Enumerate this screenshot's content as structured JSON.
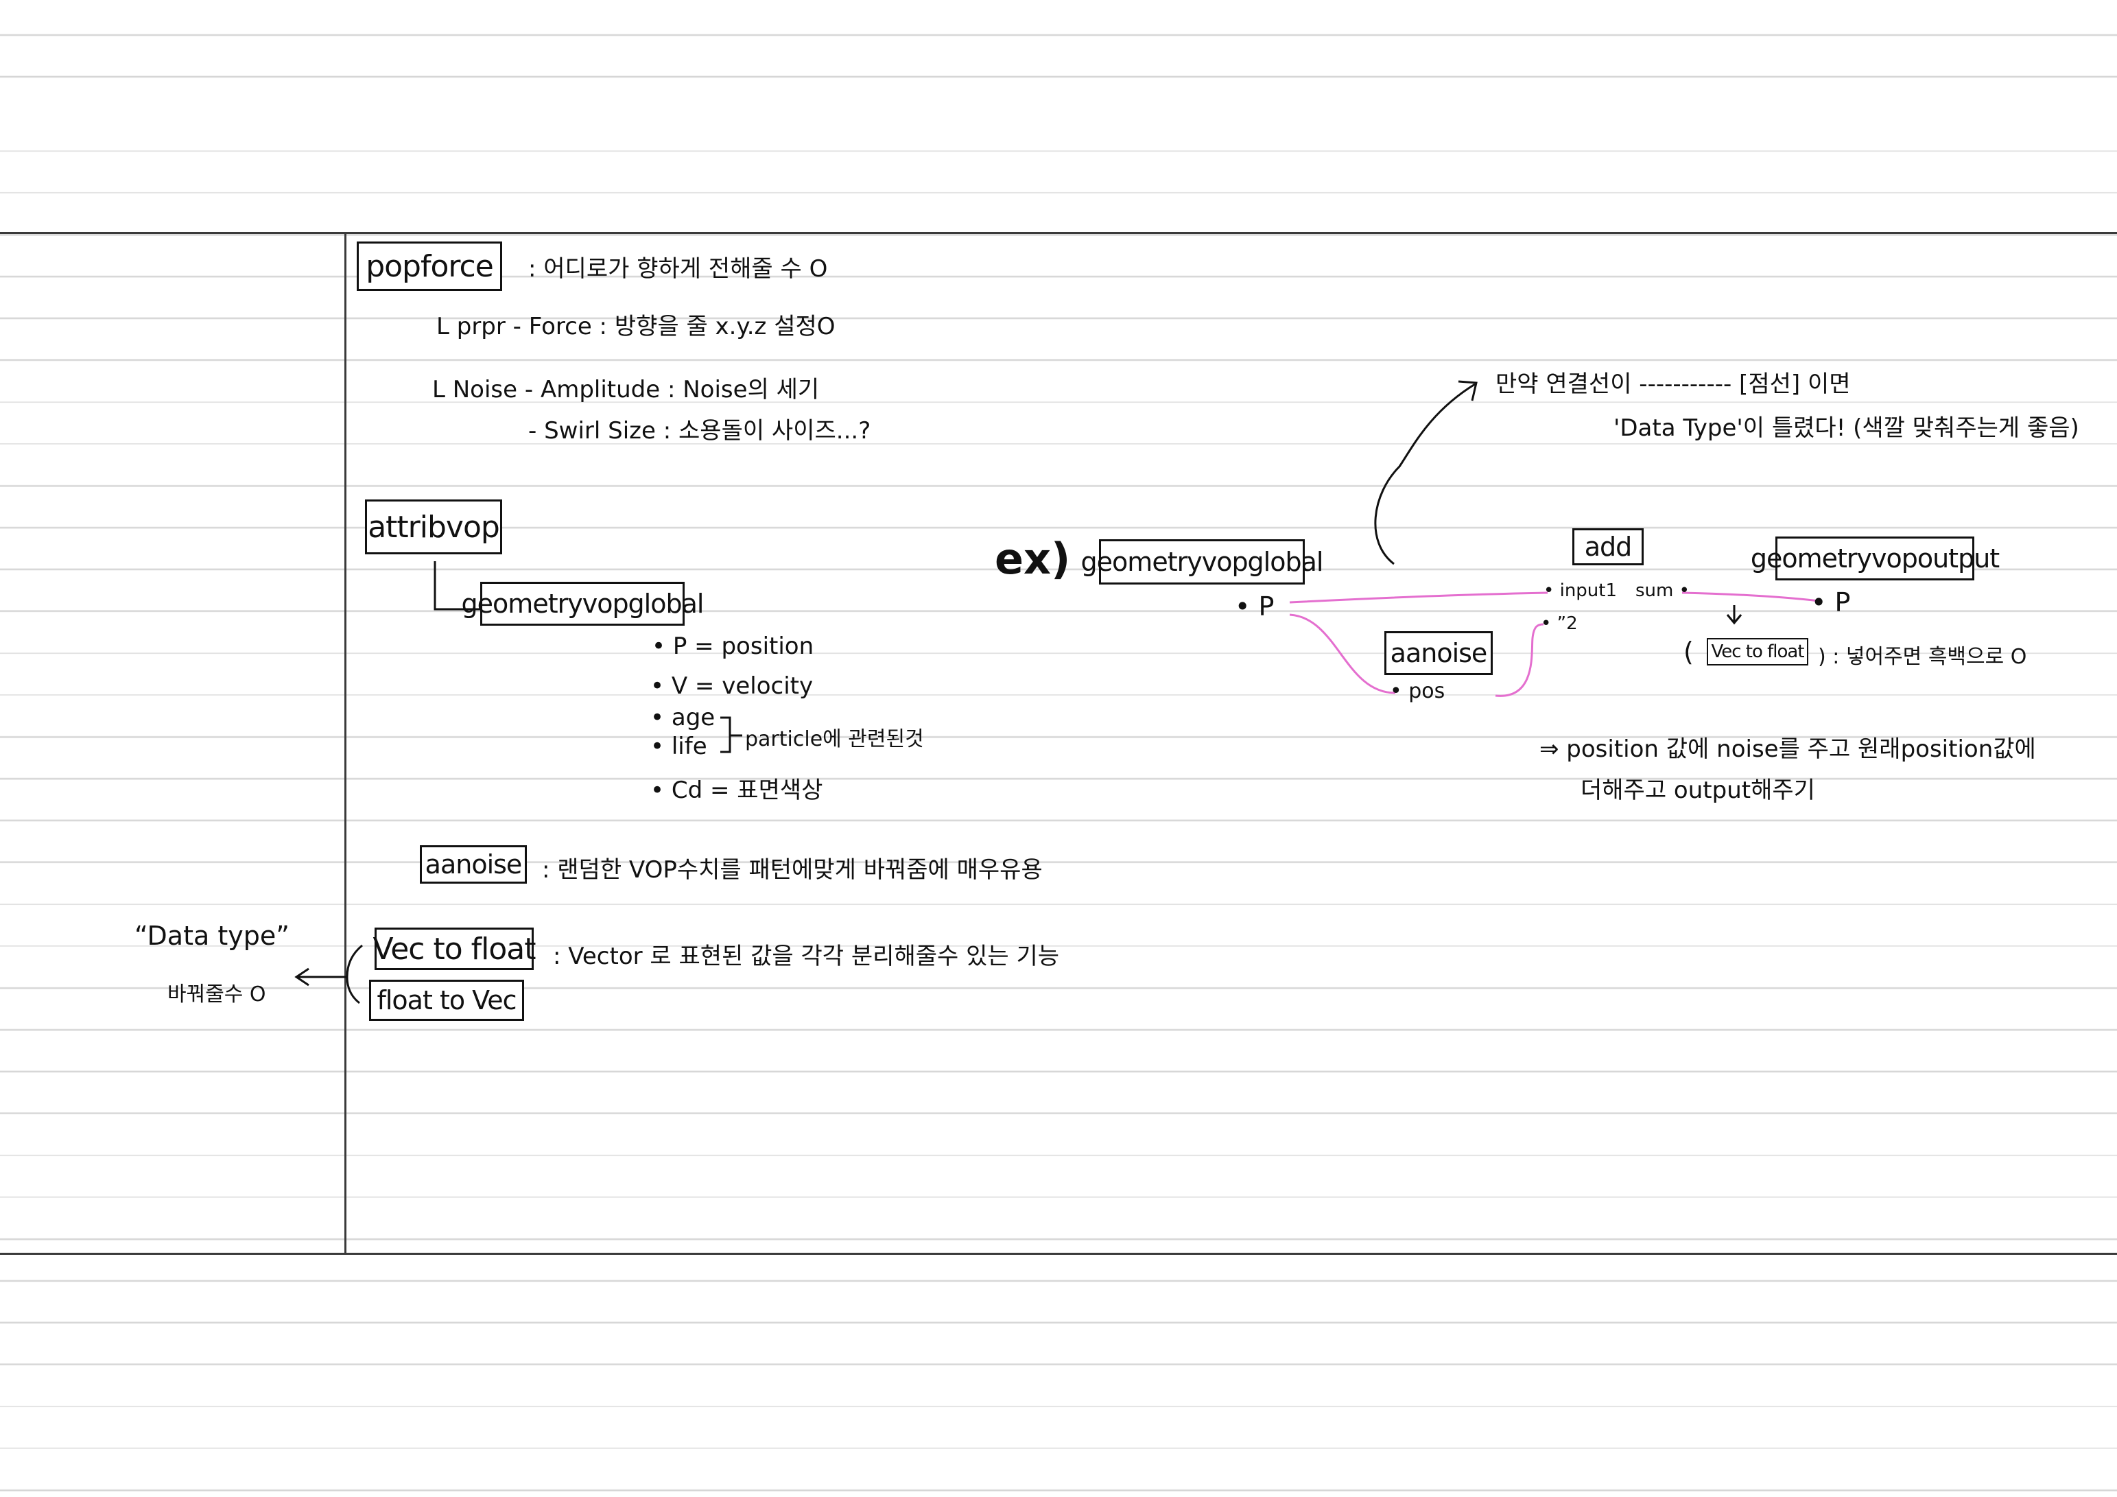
{
  "notes": {
    "popforce": {
      "box_label": "popforce",
      "description": ": 어디로가 향하게 전해줄 수 O",
      "line1": "L prpr - Force : 방향을 줄 x.y.z 설정O",
      "line2": "L Noise - Amplitude : Noise의 세기",
      "line3": "- Swirl Size : 소용돌이 사이즈...?"
    },
    "attribvop": {
      "box_label": "attribvop",
      "child_box_label": "geometryvopglobal",
      "attrs": [
        "• P = position",
        "• V = velocity",
        "• age",
        "• life",
        "• Cd = 표면색상"
      ],
      "age_life_note": "particle에 관련된것"
    },
    "aanoise": {
      "box_label": "aanoise",
      "description": ": 랜덤한 VOP수치를 패턴에맞게 바꿔줌에 매우유용"
    },
    "vec_to_float": {
      "box_label": "Vec to float",
      "description": ": Vector 로 표현된 값을 각각 분리해줄수 있는 기능"
    },
    "float_to_vec": {
      "box_label": "float to Vec"
    },
    "data_type_note": {
      "title": "“Data type”",
      "subtitle": "바꿔줄수 O"
    },
    "example": {
      "label": "ex)",
      "node_global": "geometryvopglobal",
      "global_port": "• P",
      "node_add": "add",
      "add_input1": "• input1",
      "add_input2": "• ”2",
      "add_output": "sum •",
      "node_output": "geometryvopoutput",
      "output_port": "• P",
      "node_noise": "aanoise",
      "noise_port": "• pos",
      "warning_line1": "만약 연결선이 ----------- [점선] 이면",
      "warning_line2": "'Data Type'이 틀렸다! (색깔 맞춰주는게 좋음)",
      "vec_to_float_note_open": "(",
      "vec_to_float_box": "Vec to float",
      "vec_to_float_note_close": ") : 넣어주면 흑백으로 O",
      "summary_line1": "⇒ position 값에 noise를 주고 원래position값에",
      "summary_line2": "더해주고 output해주기"
    }
  },
  "colors": {
    "ink": "#111111",
    "wire": "#e46fcf",
    "rule": "#d6d6d6"
  }
}
